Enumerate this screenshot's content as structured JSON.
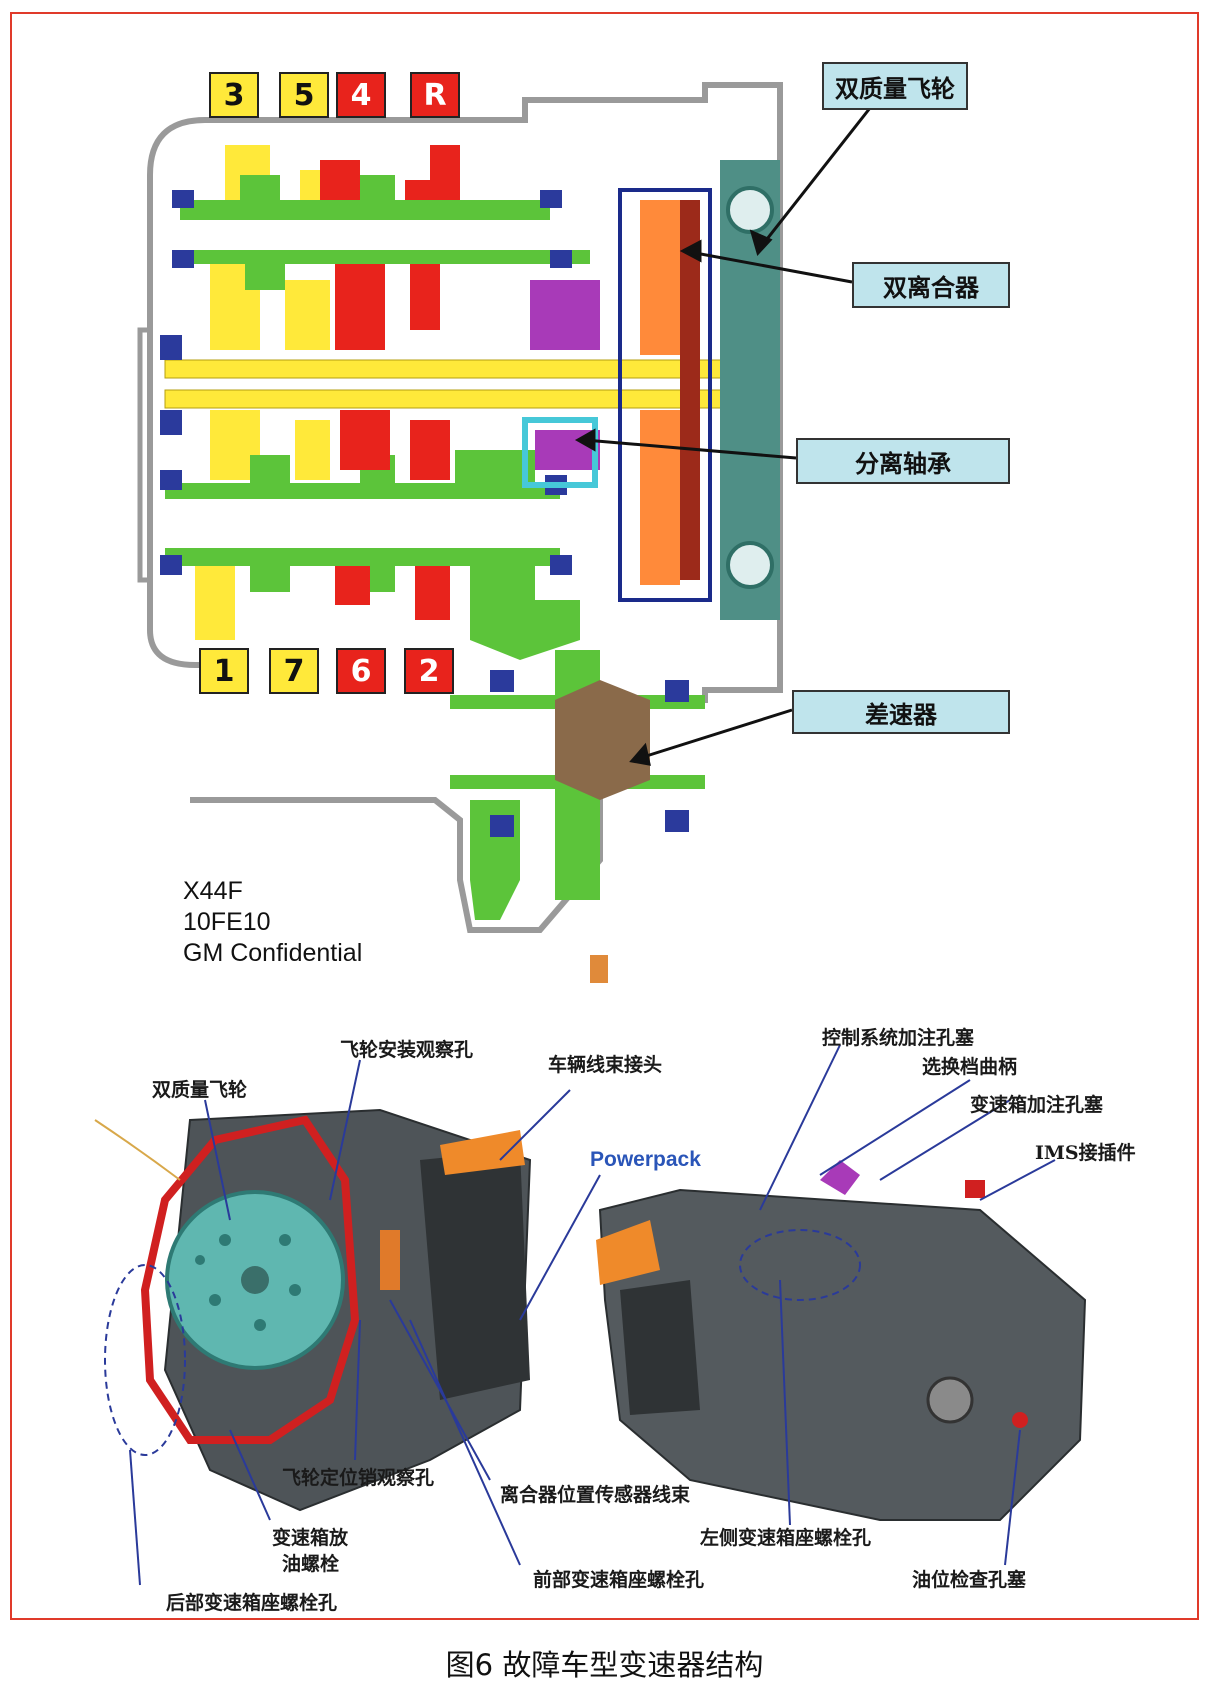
{
  "top_gears": [
    "3",
    "5",
    "4",
    "R"
  ],
  "bottom_gears": [
    "1",
    "7",
    "6",
    "2"
  ],
  "callouts": {
    "flywheel": "双质量飞轮",
    "clutch": "双离合器",
    "bearing": "分离轴承",
    "differential": "差速器"
  },
  "notes": [
    "X44F",
    "10FE10",
    "GM Confidential"
  ],
  "labels": {
    "flywheel_mount_hole": "飞轮安装观察孔",
    "harness_connector": "车辆线束接头",
    "dual_mass_flywheel": "双质量飞轮",
    "powerpack": "Powerpack",
    "flywheel_pin_hole": "飞轮定位销观察孔",
    "clutch_sensor_harness": "离合器位置传感器线束",
    "drain_plug_1": "变速箱放",
    "drain_plug_2": "油螺栓",
    "rear_mount_bolt": "后部变速箱座螺栓孔",
    "front_mount_bolt": "前部变速箱座螺栓孔",
    "control_fill_plug": "控制系统加注孔塞",
    "shift_lever": "选换档曲柄",
    "trans_fill_plug": "变速箱加注孔塞",
    "ims_connector": "IMS接插件",
    "left_mount_bolt": "左侧变速箱座螺栓孔",
    "oil_level_plug": "油位检查孔塞"
  },
  "caption": "图6 故障车型变速器结构",
  "colors": {
    "border": "#e03a2a",
    "gear_yellow": "#ffe93a",
    "gear_red": "#e8231c",
    "shaft_green": "#5cc43a",
    "callout_bg": "#bfe4ec",
    "label_blue": "#2a55b8",
    "flywheel_teal": "#5fb7b0"
  }
}
